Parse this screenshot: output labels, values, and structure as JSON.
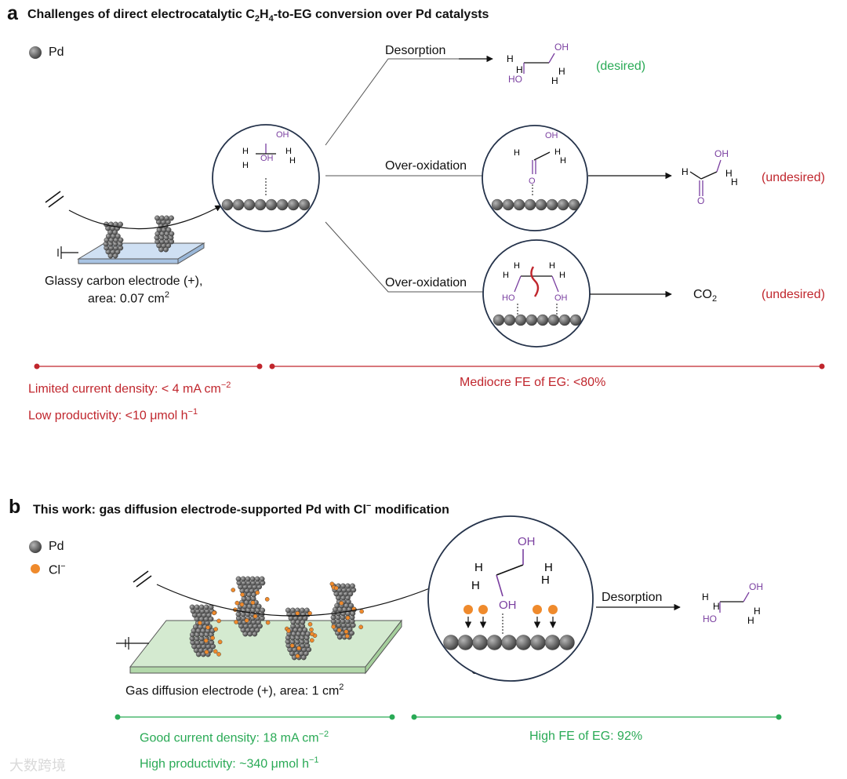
{
  "panel_a": {
    "letter": "a",
    "title_pre": "Challenges of direct electrocatalytic C",
    "title_sub1": "2",
    "title_mid1": "H",
    "title_sub2": "4",
    "title_post": "-to-EG conversion over Pd catalysts",
    "legend_pd": "Pd",
    "electrode_label_line1": "Glassy carbon electrode (+),",
    "electrode_label_line2": "area: 0.07 cm",
    "electrode_label_sup": "2",
    "route_desorption": "Desorption",
    "route_overox_1": "Over-oxidation",
    "route_overox_2": "Over-oxidation",
    "desired": "(desired)",
    "undesired_1": "(undesired)",
    "undesired_2": "(undesired)",
    "co2": "CO",
    "co2_sub": "2",
    "left_range_line1": "Limited current density: < 4 mA cm",
    "left_range_line1_sup": "−2",
    "left_range_line2": "Low productivity: <10 μmol h",
    "left_range_line2_sup": "−1",
    "right_range": "Mediocre FE of EG: <80%"
  },
  "panel_b": {
    "letter": "b",
    "title_pre": "This work: gas diffusion electrode-supported Pd with Cl",
    "title_sup": "−",
    "title_post": " modification",
    "legend_pd": "Pd",
    "legend_cl": "Cl",
    "legend_cl_sup": "−",
    "electrode_label": "Gas diffusion electrode (+), area: 1 cm",
    "electrode_label_sup": "2",
    "route_desorption": "Desorption",
    "cl_modification": "Cl⁻ modification",
    "left_range_line1": "Good current density:  18 mA cm",
    "left_range_line1_sup": "−2",
    "left_range_line2": "High productivity: ~340 μmol h",
    "left_range_line2_sup": "−1",
    "right_range": "High FE of EG: 92%"
  },
  "watermark": "大数跨境",
  "colors": {
    "red": "#c0262d",
    "green": "#2aaa56",
    "purple": "#7a3fa0",
    "pd_sphere": "#6e6e6e",
    "cl_orange": "#ef8a2c",
    "gce_blue": "#cfe0f3",
    "gde_green": "#d4ead0"
  }
}
